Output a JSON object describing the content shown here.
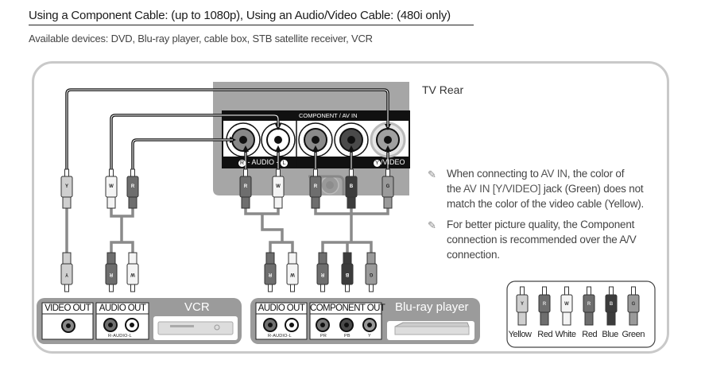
{
  "header": {
    "title": "Using a Component Cable: (up to 1080p), Using an Audio/Video Cable: (480i only)",
    "subtitle": "Available devices: DVD, Blu-ray player, cable box, STB satellite receiver, VCR"
  },
  "tv": {
    "label": "TV Rear",
    "panel_label": "COMPONENT / AV IN",
    "audio_label": "AUDIO",
    "audio_r": "R",
    "audio_l": "L",
    "video_y": "Y",
    "video_label": "/VIDEO"
  },
  "notes": [
    {
      "icon": "pencil-note-icon",
      "pre": "When connecting to ",
      "em1": "AV IN",
      "mid": ", the color of",
      "line2_pre": "the ",
      "em2": "AV IN [Y/VIDEO]",
      "line2_post": " jack (Green) does not",
      "line3": "match the color of the video cable (Yellow)."
    },
    {
      "icon": "pencil-note-icon",
      "line1": "For better picture quality, the Component",
      "line2": "connection is recommended over the A/V",
      "line3": "connection."
    }
  ],
  "vcr": {
    "name": "VCR",
    "video_out": "VIDEO OUT",
    "audio_out": "AUDIO OUT",
    "audio_sub": "R-AUDIO-L"
  },
  "bluray": {
    "name": "Blu-ray player",
    "audio_out": "AUDIO OUT",
    "component_out": "COMPONENT OUT",
    "audio_sub": "R-AUDIO-L",
    "pr": "PR",
    "pb": "PB",
    "y": "Y"
  },
  "plug_letters": {
    "yellow": "Y",
    "red": "R",
    "white": "W",
    "blue": "B",
    "green": "G"
  },
  "legend": {
    "items": [
      {
        "label": "Yellow",
        "letter": "Y",
        "color": "#cfcfcf"
      },
      {
        "label": "Red",
        "letter": "R",
        "color": "#6e6e6e"
      },
      {
        "label": "White",
        "letter": "W",
        "color": "#f4f4f4"
      },
      {
        "label": "Red",
        "letter": "R",
        "color": "#6e6e6e"
      },
      {
        "label": "Blue",
        "letter": "B",
        "color": "#3c3c3c"
      },
      {
        "label": "Green",
        "letter": "G",
        "color": "#9a9a9a"
      }
    ]
  },
  "colors": {
    "panel": "#a6a6a6",
    "device_bar": "#9b9b9b",
    "cable_black": "#111111",
    "cable_gray": "#8a8a8a"
  }
}
